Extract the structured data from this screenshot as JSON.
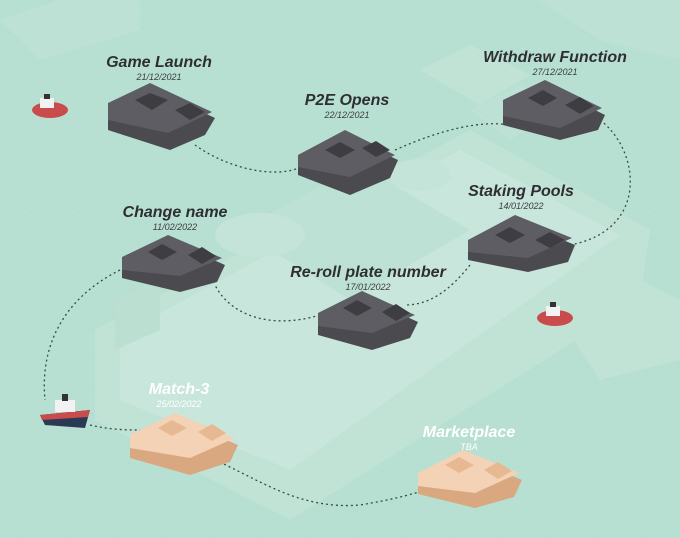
{
  "colors": {
    "sea": "#b7e0d2",
    "land_dark": "#4a4a4f",
    "land_dark_top": "#5d5d63",
    "land_sand": "#efc4a1",
    "land_sand_top": "#f4d2b5",
    "path": "#3a4a47",
    "title_dark": "#2e2e33",
    "title_light": "#ffffff"
  },
  "milestones": [
    {
      "id": "game-launch",
      "title": "Game Launch",
      "date": "21/12/2021",
      "status": "done"
    },
    {
      "id": "p2e-opens",
      "title": "P2E Opens",
      "date": "22/12/2021",
      "status": "done"
    },
    {
      "id": "withdraw-function",
      "title": "Withdraw Function",
      "date": "27/12/2021",
      "status": "done"
    },
    {
      "id": "staking-pools",
      "title": "Staking Pools",
      "date": "14/01/2022",
      "status": "done"
    },
    {
      "id": "re-roll-plate-number",
      "title": "Re-roll plate number",
      "date": "17/01/2022",
      "status": "done"
    },
    {
      "id": "change-name",
      "title": "Change name",
      "date": "11/02/2022",
      "status": "done"
    },
    {
      "id": "match-3",
      "title": "Match-3",
      "date": "25/02/2022",
      "status": "upcoming"
    },
    {
      "id": "marketplace",
      "title": "Marketplace",
      "date": "TBA",
      "status": "upcoming"
    }
  ],
  "decorations": [
    "tugboat-icon",
    "tugboat-icon",
    "ship-icon",
    "cruise-ship-icon"
  ]
}
